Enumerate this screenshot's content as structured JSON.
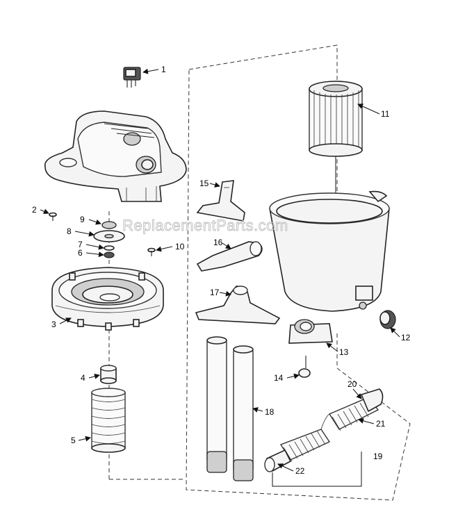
{
  "watermark": "ReplacementParts.com",
  "callouts": {
    "c1": "1",
    "c2": "2",
    "c3": "3",
    "c4": "4",
    "c5": "5",
    "c6": "6",
    "c7": "7",
    "c8": "8",
    "c9": "9",
    "c10": "10",
    "c11": "11",
    "c12": "12",
    "c13": "13",
    "c14": "14",
    "c15": "15",
    "c16": "16",
    "c17": "17",
    "c18": "18",
    "c19": "19",
    "c20": "20",
    "c21": "21",
    "c22": "22"
  }
}
